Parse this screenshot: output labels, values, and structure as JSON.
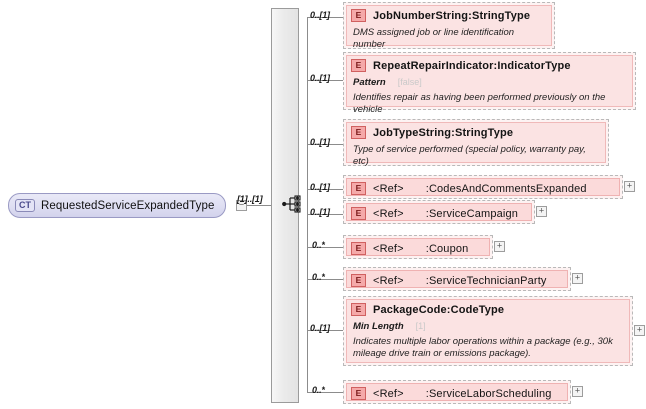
{
  "diagram": {
    "kind": "xsd-schema-diagram",
    "root": {
      "icon": "complex-type-icon",
      "tag": "CT",
      "label": "RequestedServiceExpandedType",
      "expander": "−",
      "cardinality": "[1]..[1]"
    },
    "compositor": {
      "type": "sequence",
      "icon": "sequence-icon"
    },
    "children": [
      {
        "cardinality": "0..[1]",
        "tag": "E",
        "name": "JobNumberString",
        "separator": " : ",
        "type": "StringType",
        "facet": null,
        "facet_value": null,
        "documentation": "DMS assigned job or line identification number",
        "expander": null
      },
      {
        "cardinality": "0..[1]",
        "tag": "E",
        "name": "RepeatRepairIndicator",
        "separator": " : ",
        "type": "IndicatorType",
        "facet": "Pattern",
        "facet_value": "[false]",
        "documentation": "Identifies repair as having been performed previously on the vehicle",
        "expander": null
      },
      {
        "cardinality": "0..[1]",
        "tag": "E",
        "name": "JobTypeString",
        "separator": " : ",
        "type": "StringType",
        "facet": null,
        "facet_value": null,
        "documentation": "Type of service performed (special policy, warranty pay, etc)",
        "expander": null
      },
      {
        "cardinality": "0..[1]",
        "tag": "E",
        "name": "<Ref>",
        "separator": " : ",
        "type": "CodesAndCommentsExpanded",
        "facet": null,
        "facet_value": null,
        "documentation": null,
        "expander": "+"
      },
      {
        "cardinality": "0..[1]",
        "tag": "E",
        "name": "<Ref>",
        "separator": " : ",
        "type": "ServiceCampaign",
        "facet": null,
        "facet_value": null,
        "documentation": null,
        "expander": "+"
      },
      {
        "cardinality": "0..*",
        "tag": "E",
        "name": "<Ref>",
        "separator": " : ",
        "type": "Coupon",
        "facet": null,
        "facet_value": null,
        "documentation": null,
        "expander": "+"
      },
      {
        "cardinality": "0..*",
        "tag": "E",
        "name": "<Ref>",
        "separator": " : ",
        "type": "ServiceTechnicianParty",
        "facet": null,
        "facet_value": null,
        "documentation": null,
        "expander": "+"
      },
      {
        "cardinality": "0..[1]",
        "tag": "E",
        "name": "PackageCode",
        "separator": " : ",
        "type": "CodeType",
        "facet": "Min Length",
        "facet_value": "[1]",
        "documentation": "Indicates multiple labor operations within a package (e.g., 30k mileage drive train or emissions package).",
        "expander": "+"
      },
      {
        "cardinality": "0..*",
        "tag": "E",
        "name": "<Ref>",
        "separator": " : ",
        "type": "ServiceLaborScheduling",
        "facet": null,
        "facet_value": null,
        "documentation": null,
        "expander": "+"
      }
    ]
  }
}
